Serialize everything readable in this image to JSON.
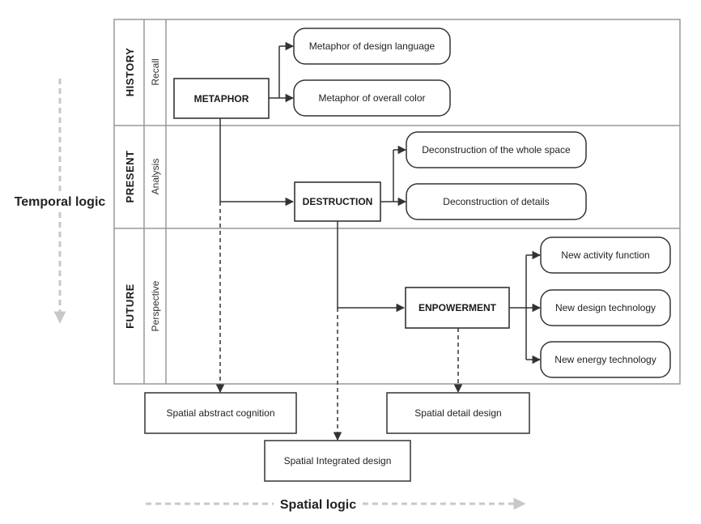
{
  "rows": [
    {
      "label": "HISTORY",
      "sublabel": "Recall"
    },
    {
      "label": "PRESENT",
      "sublabel": "Analysis"
    },
    {
      "label": "FUTURE",
      "sublabel": "Perspective"
    }
  ],
  "stages": {
    "metaphor": "METAPHOR",
    "destruction": "DESTRUCTION",
    "empowerment": "ENPOWERMENT"
  },
  "branches": {
    "metaphor": [
      "Metaphor of design language",
      "Metaphor of overall color"
    ],
    "destruction": [
      "Deconstruction of the whole space",
      "Deconstruction of details"
    ],
    "empowerment": [
      "New activity function",
      "New design technology",
      "New energy technology"
    ]
  },
  "outputs": {
    "abstract": "Spatial abstract cognition",
    "detail": "Spatial detail design",
    "integrated": "Spatial Integrated design"
  },
  "axes": {
    "temporal": "Temporal logic",
    "spatial": "Spatial logic"
  }
}
